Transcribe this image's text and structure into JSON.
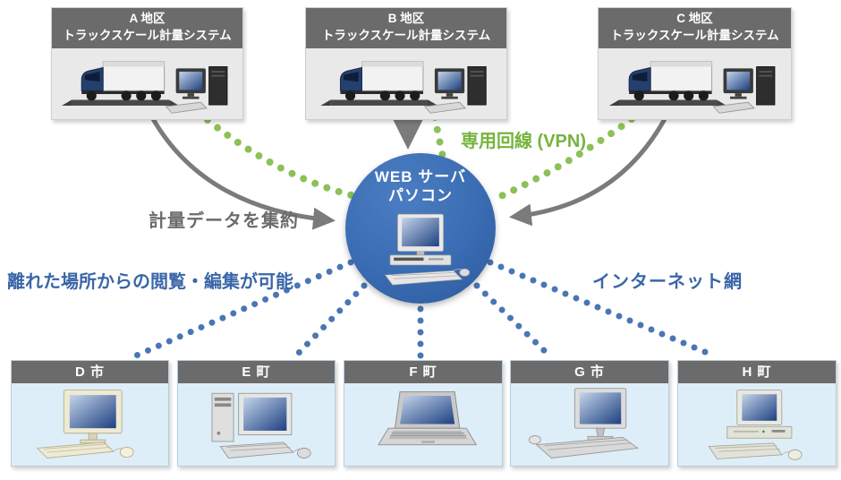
{
  "diagram": {
    "top_sites": [
      {
        "region": "A 地区",
        "system": "トラックスケール計量システム"
      },
      {
        "region": "B 地区",
        "system": "トラックスケール計量システム"
      },
      {
        "region": "C 地区",
        "system": "トラックスケール計量システム"
      }
    ],
    "server": {
      "line1": "WEB サーバ",
      "line2": "パソコン"
    },
    "annotations": {
      "vpn": "専用回線 (VPN)",
      "aggregate": "計量データを集約",
      "remote_edit": "離れた場所からの閲覧・編集が可能",
      "internet": "インターネット網"
    },
    "bottom_sites": [
      {
        "label": "D 市"
      },
      {
        "label": "E 町"
      },
      {
        "label": "F 町"
      },
      {
        "label": "G 市"
      },
      {
        "label": "H 町"
      }
    ],
    "icons": {
      "top_sites": "truck-scale-and-computer-illustration",
      "server": "desktop-computer-illustration",
      "bottom_sites": [
        "lcd-monitor-computer",
        "tower-desktop-computer",
        "laptop-computer",
        "lcd-monitor-computer",
        "compact-desktop-computer"
      ]
    },
    "colors": {
      "header_bg": "#6b6b6b",
      "top_body_bg": "#e9e9e9",
      "bottom_body_bg": "#ddeef8",
      "server_circle": "#3a6cb3",
      "green_text": "#76b33e",
      "green_dots": "#8cc157",
      "blue_dots": "#4a76b4",
      "gray_arrow": "#7b7b7b",
      "blue_text": "#3a66a8",
      "gray_text": "#6b6b6b"
    }
  }
}
